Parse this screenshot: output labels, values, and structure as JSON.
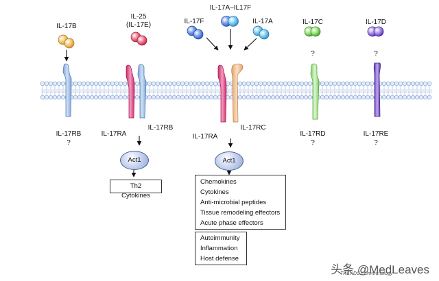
{
  "ligands": {
    "il17b": "IL-17B",
    "il25_line1": "IL-25",
    "il25_line2": "(IL-17E)",
    "il17f": "IL-17F",
    "il17a_il17f": "IL-17A–IL17F",
    "il17a": "IL-17A",
    "il17c": "IL-17C",
    "il17d": "IL-17D"
  },
  "receptors": {
    "il17rb_left": "IL-17RB",
    "il17rb_left_q": "?",
    "il17ra_1": "IL-17RA",
    "il17rb_1": "IL-17RB",
    "il17ra_2": "IL-17RA",
    "il17rc": "IL-17RC",
    "il17rd": "IL-17RD",
    "il17rd_q": "?",
    "il17re": "IL-17RE",
    "il17re_q": "?",
    "il17c_q": "?",
    "il17d_q": "?"
  },
  "adaptors": {
    "act1_left": "Act1",
    "act1_right": "Act1"
  },
  "outputs": {
    "th2": "Th2 Cytokines",
    "effectors": [
      "Chemokines",
      "Cytokines",
      "Anti-microbial peptides",
      "Tissue remodeling effectors",
      "Acute phase effectors"
    ],
    "diseases": [
      "Autoimmunity",
      "Inflammation",
      "Host defense"
    ]
  },
  "credit": "TRENDS in Immunology",
  "watermark": "头条 @MedLeaves",
  "colors": {
    "ligand_orange": "#e0a33a",
    "ligand_red": "#d43a55",
    "ligand_blue": "#3f6fcf",
    "ligand_green": "#5cbf3a",
    "ligand_purple": "#6e43c2",
    "rb_blue": "#a9c6ea",
    "ra_pink": "#e4528a",
    "rc_peach": "#f2c195",
    "rd_green": "#aee39a",
    "re_purple": "#8a5fc9",
    "membrane": "#7fa3d6"
  }
}
